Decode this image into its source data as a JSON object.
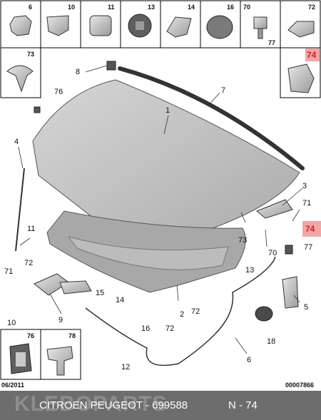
{
  "thumbnails_top": [
    {
      "id": "thumb-6",
      "label": "6"
    },
    {
      "id": "thumb-10",
      "label": "10"
    },
    {
      "id": "thumb-11",
      "label": "11"
    },
    {
      "id": "thumb-13",
      "label": "13"
    },
    {
      "id": "thumb-14",
      "label": "14"
    },
    {
      "id": "thumb-16",
      "label": "16"
    },
    {
      "id": "thumb-70",
      "label": "70",
      "label2": "77"
    },
    {
      "id": "thumb-72",
      "label": "72"
    }
  ],
  "thumbnails_side": [
    {
      "id": "thumb-73",
      "label": "73"
    },
    {
      "id": "thumb-74",
      "label": "74"
    }
  ],
  "thumbnails_bottom": [
    {
      "id": "thumb-76",
      "label": "76"
    },
    {
      "id": "thumb-78",
      "label": "78"
    }
  ],
  "callouts": {
    "c1": "1",
    "c2": "2",
    "c3": "3",
    "c4": "4",
    "c5": "5",
    "c6": "6",
    "c7": "7",
    "c8": "8",
    "c9": "9",
    "c10": "10",
    "c11": "11",
    "c12": "12",
    "c13": "13",
    "c14": "14",
    "c15": "15",
    "c16": "16",
    "c18": "18",
    "c70": "70",
    "c71a": "71",
    "c71b": "71",
    "c72a": "72",
    "c72b": "72",
    "c72c": "72",
    "c73": "73",
    "c74": "74",
    "c76": "76",
    "c77": "77"
  },
  "date": "06/2011",
  "diagram_code": "00007866",
  "footer": {
    "watermark": "KLEBOPARTS",
    "caption": "CITROEN PEUGEOT - 699588",
    "ref": "N - 74"
  },
  "colors": {
    "hood": "#bdbdbd",
    "liner": "#a8a8a8",
    "highlight": "#f3a6a6",
    "footer": "#6d6d6d"
  }
}
